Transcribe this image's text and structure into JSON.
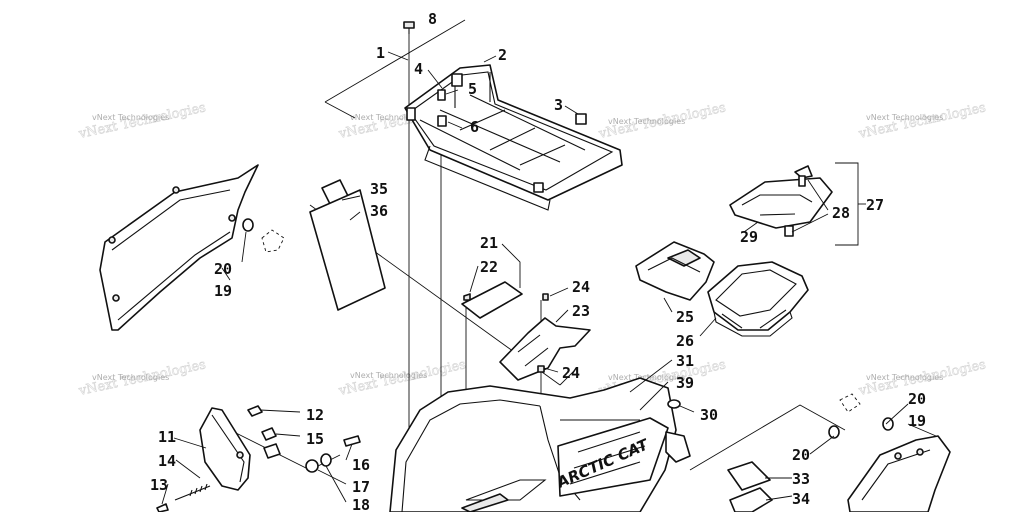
{
  "watermark_text": "vNext Technologies",
  "brand_text": "ARCTIC CAT",
  "labels": {
    "n1": "1",
    "n2": "2",
    "n3": "3",
    "n4": "4",
    "n5": "5",
    "n6": "6",
    "n8": "8",
    "n11": "11",
    "n12": "12",
    "n13": "13",
    "n14": "14",
    "n15": "15",
    "n16": "16",
    "n17": "17",
    "n18": "18",
    "n19a": "19",
    "n19b": "19",
    "n20a": "20",
    "n20b": "20",
    "n20c": "20",
    "n21": "21",
    "n22": "22",
    "n23": "23",
    "n24a": "24",
    "n24b": "24",
    "n25": "25",
    "n26": "26",
    "n27": "27",
    "n28": "28",
    "n29": "29",
    "n30": "30",
    "n31": "31",
    "n33": "33",
    "n34": "34",
    "n35": "35",
    "n36": "36",
    "n39": "39"
  }
}
